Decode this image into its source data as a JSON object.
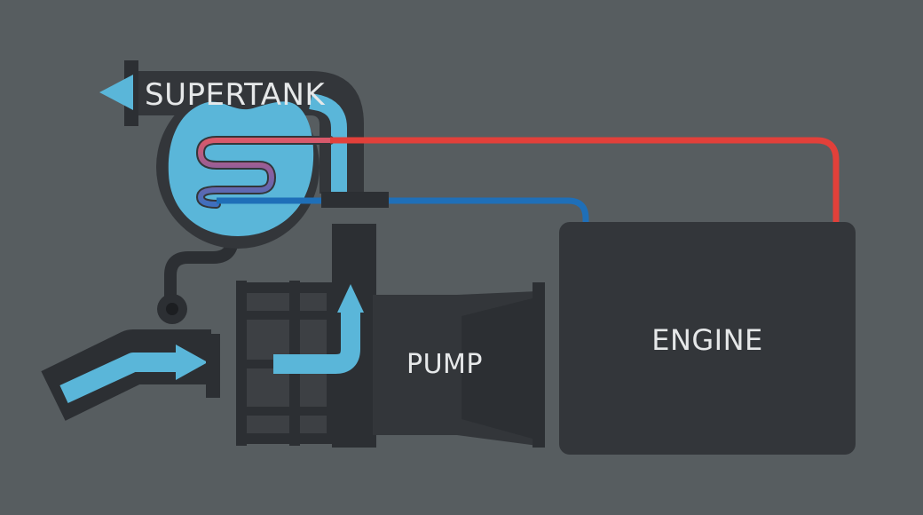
{
  "labels": {
    "supertank": "SUPERTANK",
    "pump": "PUMP",
    "engine": "ENGINE"
  },
  "colors": {
    "background": "#575d60",
    "dark": "#33363a",
    "darker": "#2c2f33",
    "water": "#5ab6d9",
    "hot": "#e2403a",
    "cold": "#1f6fb8",
    "text": "#e6e8e9"
  }
}
